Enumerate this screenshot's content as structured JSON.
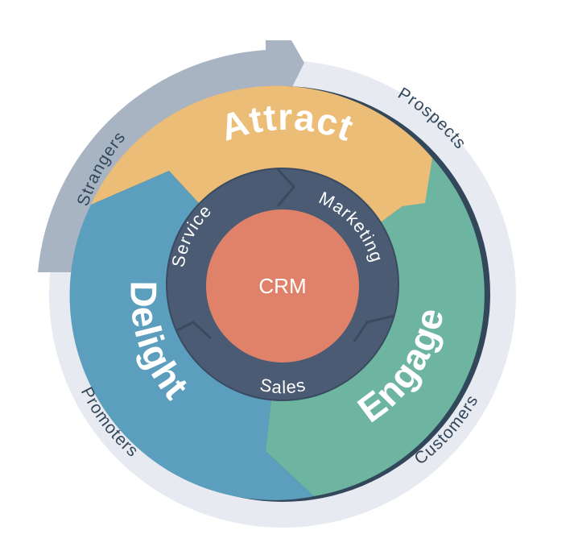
{
  "colors": {
    "outer_ring_light": "#e7eaf1",
    "outer_ring_dark": "#a9b4c3",
    "attract": "#ebbd76",
    "engage": "#6db5a1",
    "delight": "#5b9ebd",
    "teams": "#4a5b73",
    "crm": "#e0826a",
    "outline": "#33475b"
  },
  "outer_ring": {
    "labels": [
      "Strangers",
      "Prospects",
      "Customers",
      "Promoters"
    ]
  },
  "stages": {
    "attract": "Attract",
    "engage": "Engage",
    "delight": "Delight"
  },
  "teams": {
    "marketing": "Marketing",
    "sales": "Sales",
    "service": "Service"
  },
  "center": {
    "label": "CRM"
  }
}
